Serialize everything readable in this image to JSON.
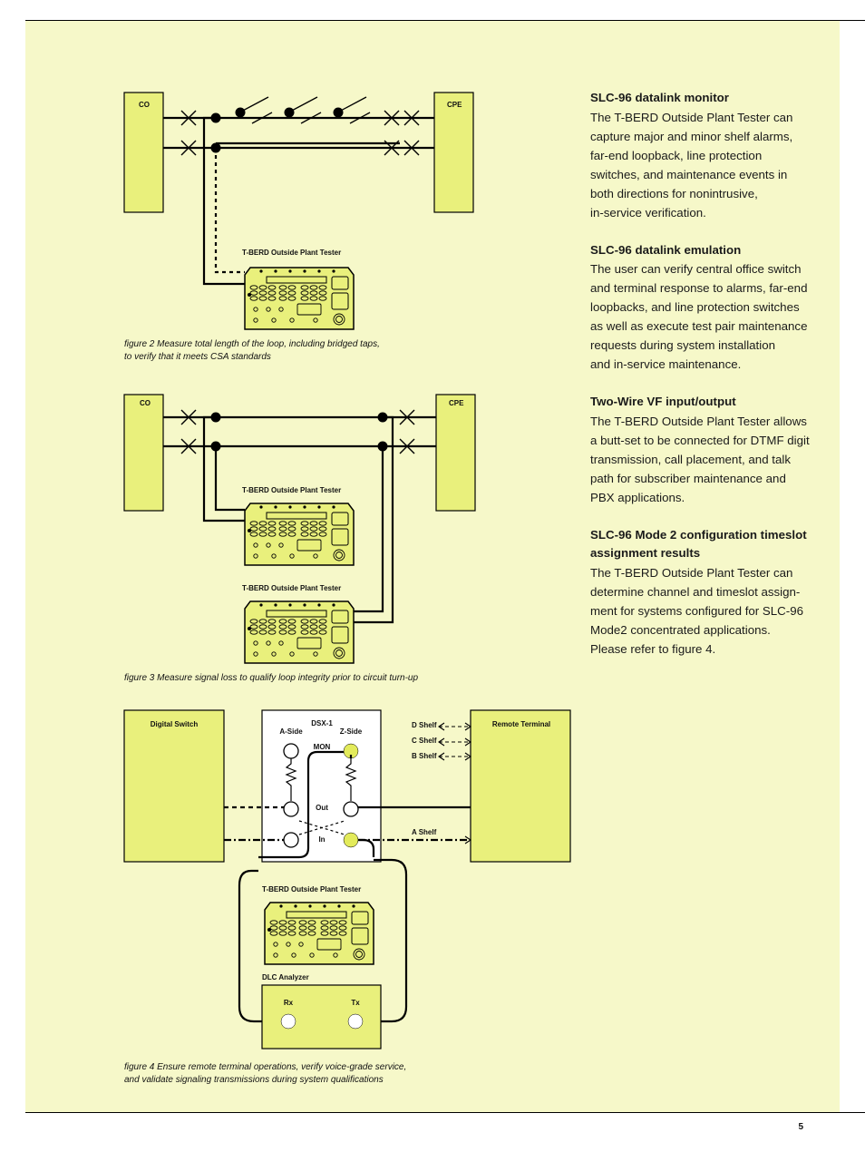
{
  "colors": {
    "panel": "#f6f8c9",
    "device": "#e9f07c",
    "ink": "#000000"
  },
  "figure2": {
    "co_label": "CO",
    "cpe_label": "CPE",
    "tester_label": "T-BERD Outside Plant Tester",
    "caption_line1": "figure 2  Measure total length of the loop, including bridged taps,",
    "caption_line2": "to verify that it meets CSA standards"
  },
  "figure3": {
    "co_label": "CO",
    "cpe_label": "CPE",
    "tester1_label": "T-BERD Outside Plant Tester",
    "tester2_label": "T-BERD Outside Plant Tester",
    "caption": "figure 3  Measure signal loss to qualify loop integrity prior to circuit turn-up"
  },
  "figure4": {
    "digital_switch_label": "Digital Switch",
    "dsx_label": "DSX-1",
    "a_side_label": "A-Side",
    "z_side_label": "Z-Side",
    "mon_label": "MON",
    "out_label": "Out",
    "in_label": "In",
    "d_shelf_label": "D Shelf",
    "c_shelf_label": "C Shelf",
    "b_shelf_label": "B Shelf",
    "a_shelf_label": "A Shelf",
    "remote_terminal_label": "Remote Terminal",
    "tester_label": "T-BERD Outside Plant Tester",
    "dlc_label": "DLC Analyzer",
    "rx_label": "Rx",
    "tx_label": "Tx",
    "caption_line1": "figure 4  Ensure remote terminal operations, verify voice-grade service,",
    "caption_line2": "and validate signaling transmissions during system qualifications"
  },
  "sections": [
    {
      "heading": "SLC-96 datalink monitor",
      "lines": [
        "The T-BERD Outside Plant Tester can",
        "capture major and minor shelf alarms,",
        "far-end loopback, line protection",
        "switches, and maintenance events in",
        "both directions for nonintrusive,",
        "in-service verification."
      ]
    },
    {
      "heading": "SLC-96 datalink emulation",
      "lines": [
        "The user can verify central office switch",
        "and terminal response to alarms, far-end",
        "loopbacks, and line protection switches",
        "as well as execute test pair maintenance",
        "requests during system installation",
        "and in-service maintenance."
      ]
    },
    {
      "heading": "Two-Wire VF input/output",
      "lines": [
        "The T-BERD Outside Plant Tester allows",
        "a butt-set to be connected for DTMF digit",
        "transmission, call placement, and talk",
        "path for subscriber maintenance and",
        "PBX applications."
      ]
    },
    {
      "heading_lines": [
        "SLC-96 Mode 2 configuration timeslot",
        "assignment results"
      ],
      "lines": [
        "The T-BERD Outside Plant Tester can",
        "determine channel and timeslot assign-",
        "ment for systems configured for SLC-96",
        "Mode2 concentrated applications.",
        "Please refer to figure 4."
      ]
    }
  ],
  "page_number": "5"
}
